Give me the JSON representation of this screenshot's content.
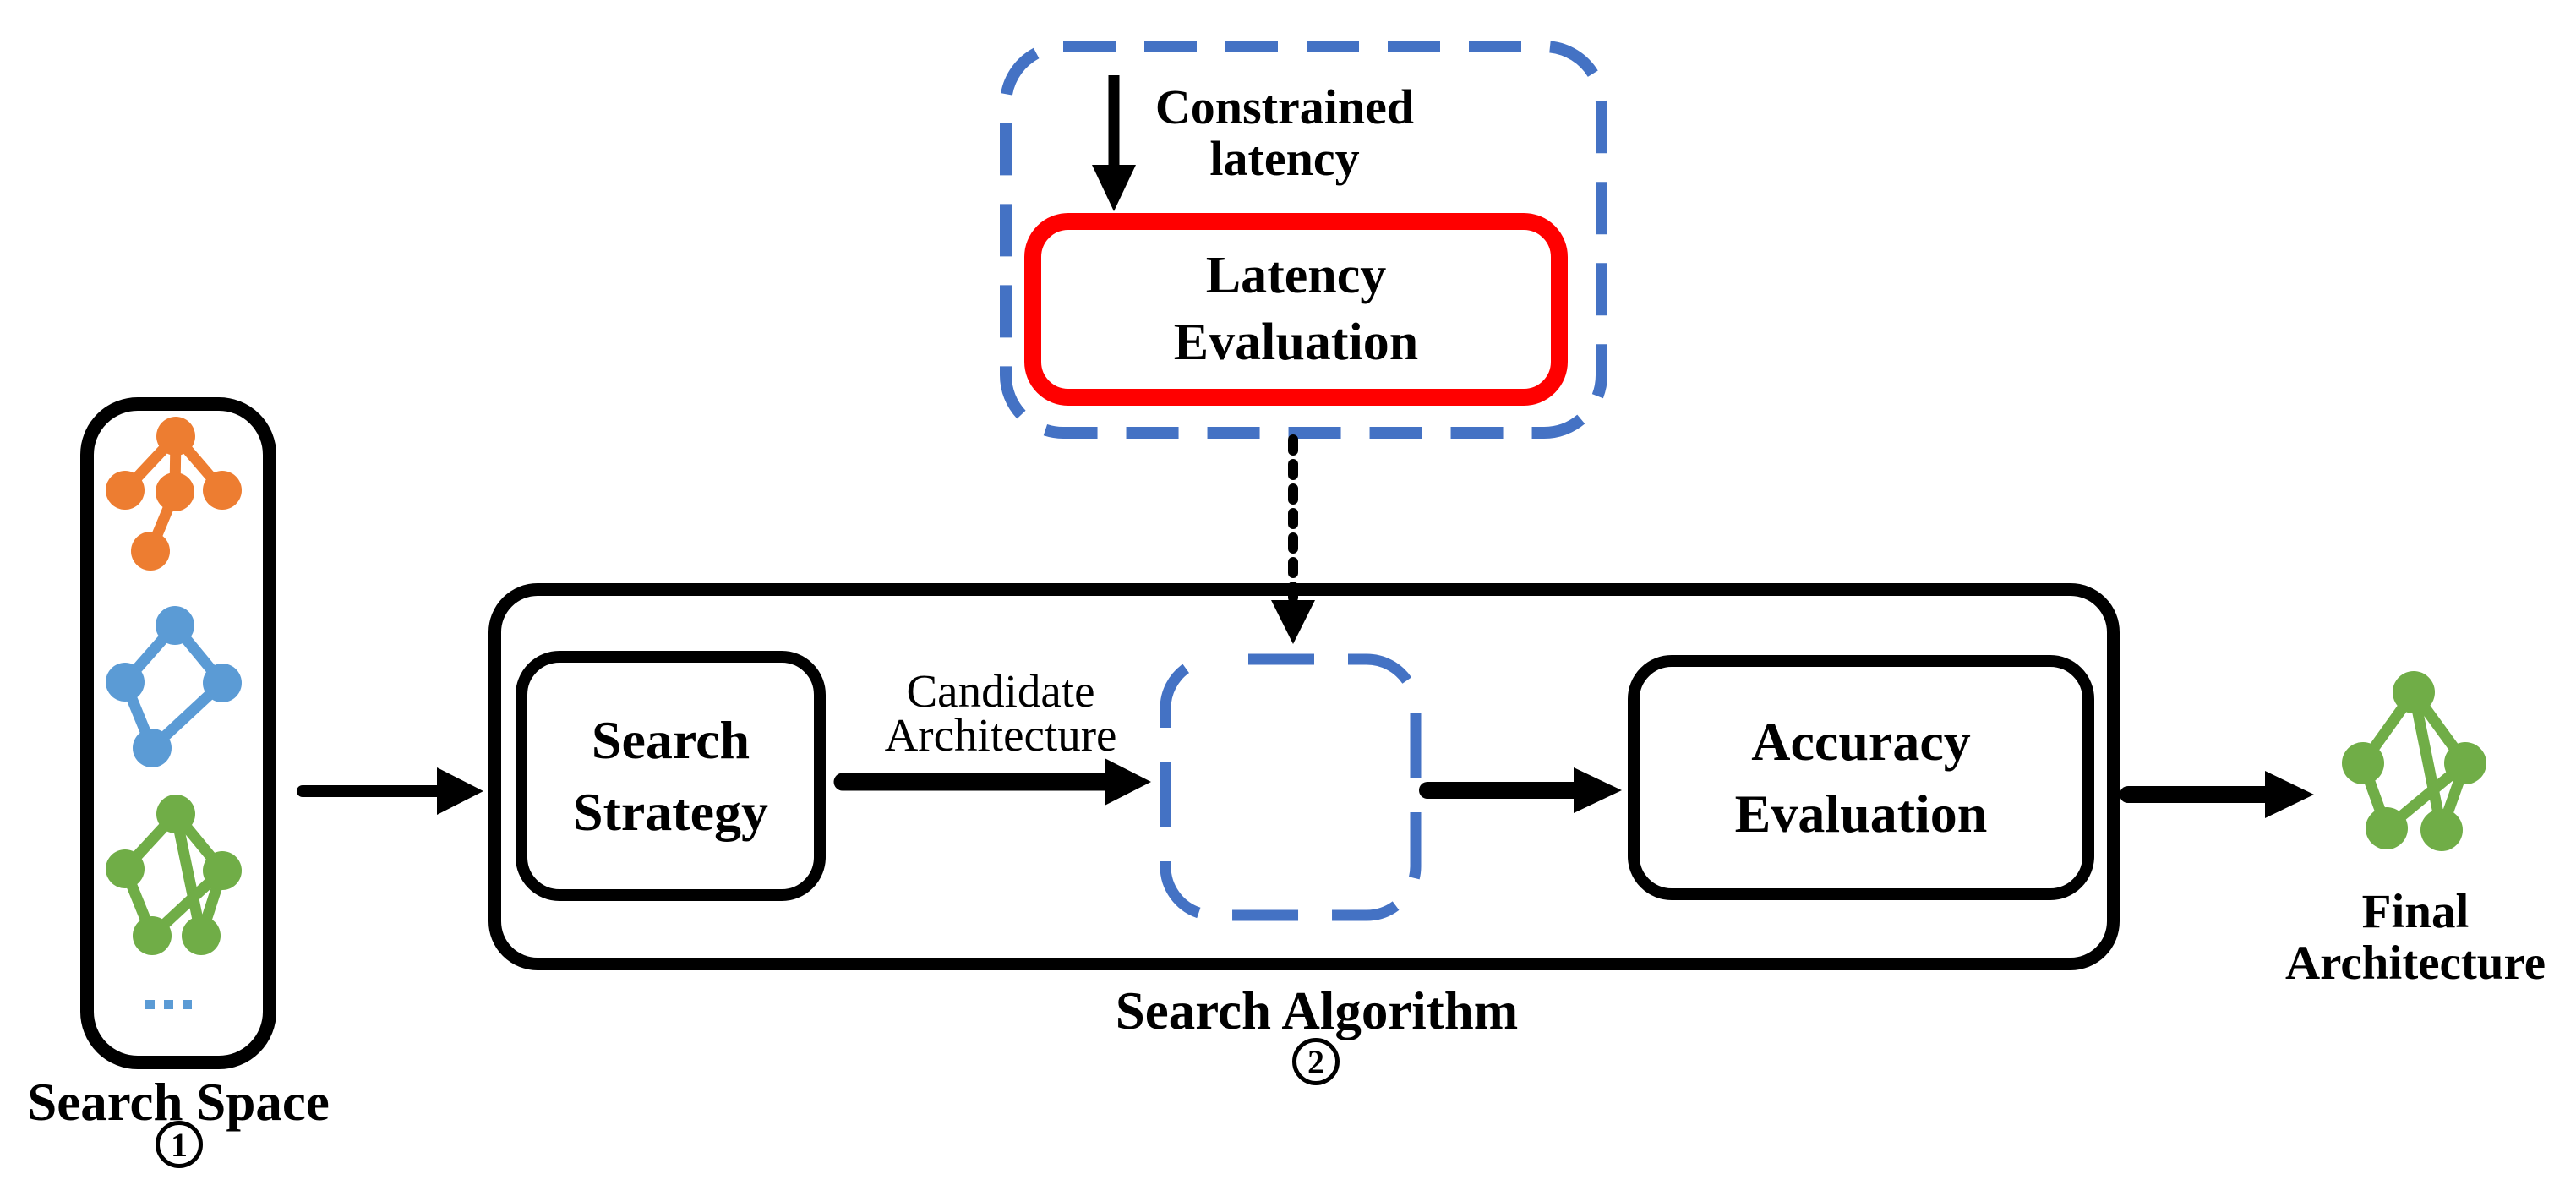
{
  "colors": {
    "accent_blue_dashed": "#4472C4",
    "node_orange": "#ED7D31",
    "node_blue": "#5B9BD5",
    "node_green": "#70AD47",
    "highlight_red": "#FF0000",
    "line_black": "#000000"
  },
  "latency_module": {
    "constrained_label": "Constrained\nlatency",
    "evaluation_label": "Latency\nEvaluation"
  },
  "search_space": {
    "label": "Search Space",
    "number": "1",
    "ellipsis": "..."
  },
  "search_algorithm": {
    "label": "Search Algorithm",
    "number": "2",
    "strategy_label": "Search\nStrategy",
    "candidate_label": "Candidate\nArchitecture",
    "accuracy_label": "Accuracy\nEvaluation"
  },
  "final_architecture": {
    "label": "Final\nArchitecture"
  }
}
